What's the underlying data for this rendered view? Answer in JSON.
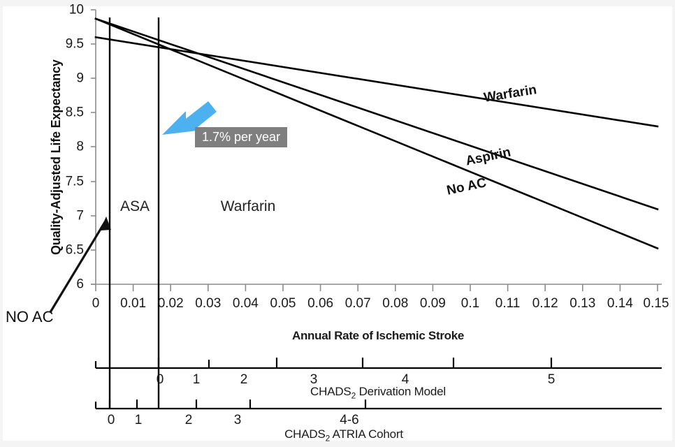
{
  "chart_data": {
    "type": "line",
    "title": "",
    "xlabel": "Annual Rate of Ischemic Stroke",
    "ylabel": "Quality-Adjusted Life Expectancy",
    "xlim": [
      0,
      0.15
    ],
    "ylim": [
      6,
      10
    ],
    "grid": false,
    "legend_position": "inline-right",
    "x_ticks": [
      "0",
      "0.01",
      "0.02",
      "0.03",
      "0.04",
      "0.05",
      "0.06",
      "0.07",
      "0.08",
      "0.09",
      "0.1",
      "0.11",
      "0.12",
      "0.13",
      "0.14",
      "0.15"
    ],
    "x_tick_values": [
      0,
      0.01,
      0.02,
      0.03,
      0.04,
      0.05,
      0.06,
      0.07,
      0.08,
      0.09,
      0.1,
      0.11,
      0.12,
      0.13,
      0.14,
      0.15
    ],
    "y_ticks": [
      "10",
      "9.5",
      "9",
      "8.5",
      "8",
      "7.5",
      "7",
      "6.5",
      "6"
    ],
    "y_tick_values": [
      10,
      9.5,
      9,
      8.5,
      8,
      7.5,
      7,
      6.5,
      6
    ],
    "series": [
      {
        "name": "Warfarin",
        "label": "Warfarin",
        "label_x": 0.105,
        "label_y": 8.94,
        "label_rotation": -9,
        "x": [
          0,
          0.15
        ],
        "y": [
          9.6,
          8.3
        ]
      },
      {
        "name": "Aspirin",
        "label": "Aspirin",
        "label_x": 0.1,
        "label_y": 8.15,
        "label_rotation": -13,
        "x": [
          0,
          0.15
        ],
        "y": [
          9.87,
          6.95
        ]
      },
      {
        "name": "No AC",
        "label": "No AC",
        "label_x": 0.095,
        "label_y": 7.72,
        "label_rotation": -13,
        "x": [
          0,
          0.15
        ],
        "y": [
          9.87,
          6.38
        ]
      }
    ],
    "threshold_lines": [
      {
        "name": "no-ac-asa-threshold",
        "x": 0.0037
      },
      {
        "name": "asa-warfarin-threshold",
        "x": 0.0168
      }
    ],
    "region_labels": [
      {
        "name": "ASA",
        "x": 0.0095,
        "y": 7.06
      },
      {
        "name": "Warfarin",
        "x": 0.0455,
        "y": 7.06
      }
    ],
    "annotations": [
      {
        "name": "rate-callout",
        "text": "1.7% per year",
        "box_color": "#7f7f7f",
        "text_color": "#ffffff"
      },
      {
        "name": "no-ac-external-label",
        "text": "NO AC"
      }
    ],
    "secondary_axes": [
      {
        "name": "chads2-derivation-model",
        "title": "CHADS",
        "title_sub": "2",
        "title_rest": " Derivation Model",
        "ticks": [
          "0",
          "1",
          "2",
          "3",
          "4",
          "5"
        ],
        "tick_positions": [
          0.0168,
          0.0302,
          0.0483,
          0.0712,
          0.0955,
          0.1455
        ]
      },
      {
        "name": "chads2-atria-cohort",
        "title": "CHADS",
        "title_sub": "2",
        "title_rest": " ATRIA Cohort",
        "ticks": [
          "0",
          "1",
          "2",
          "3",
          "4-6"
        ],
        "tick_positions": [
          0.0037,
          0.0109,
          0.0268,
          0.0412,
          0.0945
        ]
      }
    ],
    "colors": {
      "line": "#000000",
      "axis": "#808080",
      "threshold": "#000000",
      "callout_box": "#7f7f7f",
      "callout_text": "#ffffff",
      "arrow": "#4db1ef",
      "background": "#ffffff",
      "page_background": "#f4f4f4"
    }
  }
}
